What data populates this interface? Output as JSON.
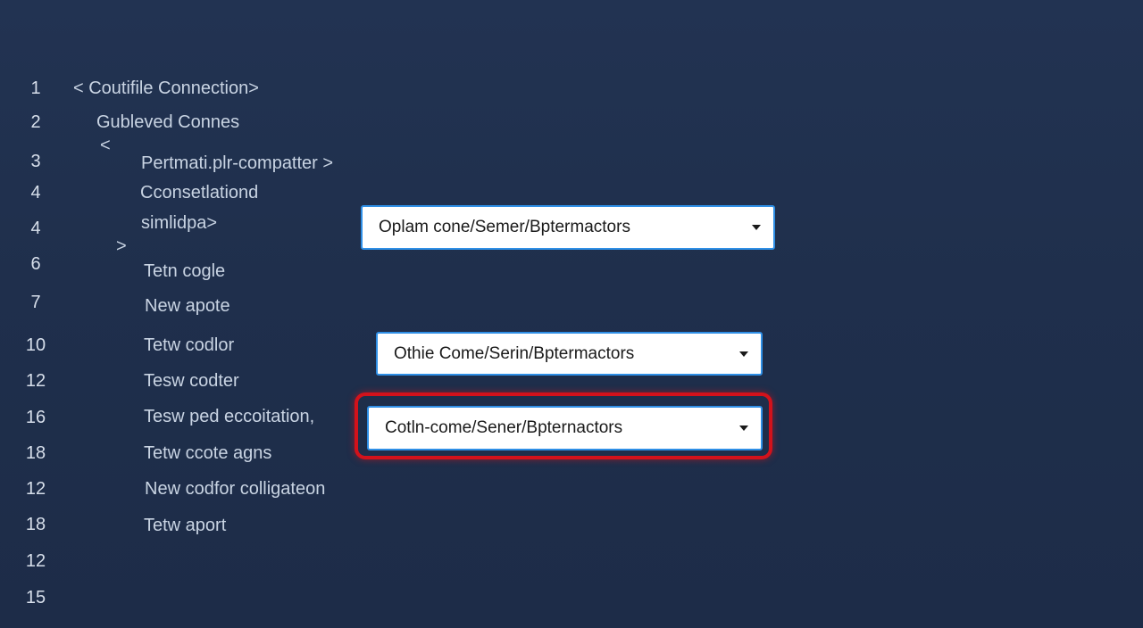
{
  "gutter": [
    "1",
    "2",
    "3",
    "4",
    "4",
    "6",
    "7",
    "10",
    "12",
    "16",
    "18",
    "12",
    "18",
    "12",
    "15"
  ],
  "code": {
    "l1": "<  Coutifile Connection>",
    "l2": "Gublevеd Connes",
    "l2b": "<",
    "l3": "Pertmati.plr-compatter >",
    "l4": "Cconsetlationd",
    "l5": "simlidpa>",
    "l5b": ">",
    "l6": "Tetn cogle",
    "l7": "New apote",
    "l8": "Tetw codlor",
    "l9": "Tesw codter",
    "l10": "Tesw ped eccoitation,",
    "l11": "Tetw ccote agns",
    "l12": "New codfor colligateon",
    "l13": "Tetw aport"
  },
  "dropdowns": {
    "d1": "Oplam cone/Semer/Bptermactors",
    "d2": "Othie Come/Serin/Bptermactors",
    "d3": "Cotln-come/Sener/Bpternactors"
  },
  "colors": {
    "background": "#1f2f4c",
    "dropdown_border": "#2f8fe6",
    "highlight": "#d3121b"
  }
}
